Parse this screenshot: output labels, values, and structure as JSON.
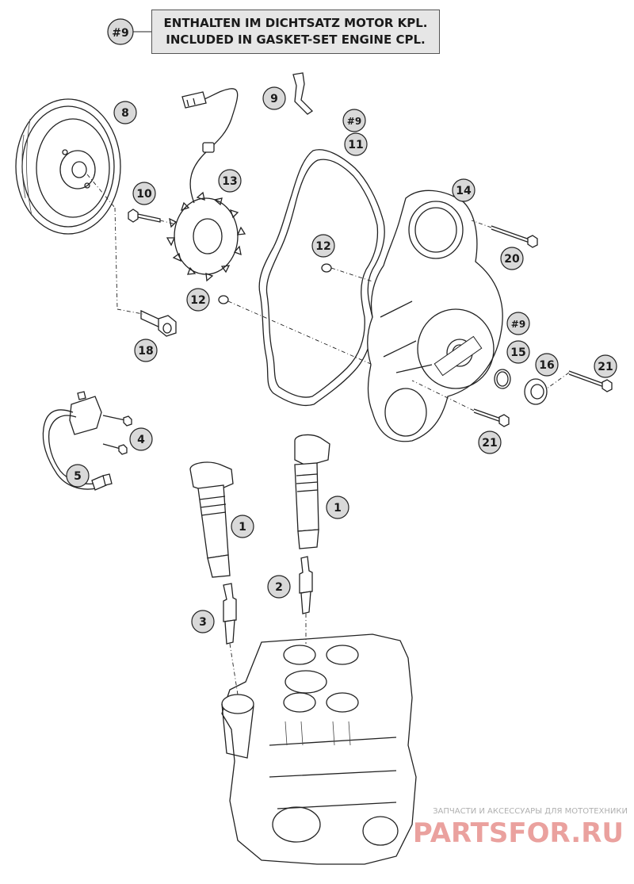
{
  "note": {
    "ref": "#9",
    "line1": "ENTHALTEN IM DICHTSATZ MOTOR KPL.",
    "line2": "INCLUDED IN GASKET-SET ENGINE CPL."
  },
  "callouts": {
    "c1a": "1",
    "c1b": "1",
    "c2": "2",
    "c3": "3",
    "c4": "4",
    "c5": "5",
    "c8": "8",
    "c9": "9",
    "c9b": "#9",
    "c9c": "#9",
    "c10": "10",
    "c11": "11",
    "c12a": "12",
    "c12b": "12",
    "c13": "13",
    "c14": "14",
    "c15": "15",
    "c16": "16",
    "c18": "18",
    "c20": "20",
    "c21a": "21",
    "c21b": "21"
  },
  "watermark": {
    "tagline": "ЗАПЧАСТИ И АКСЕССУАРЫ ДЛЯ МОТОТЕХНИКИ",
    "brand": "PARTSFOR.RU"
  },
  "colors": {
    "line": "#222222",
    "callout_fill": "#d9d9d9",
    "note_bg": "#e6e6e6",
    "watermark_red": "#d9534f"
  }
}
